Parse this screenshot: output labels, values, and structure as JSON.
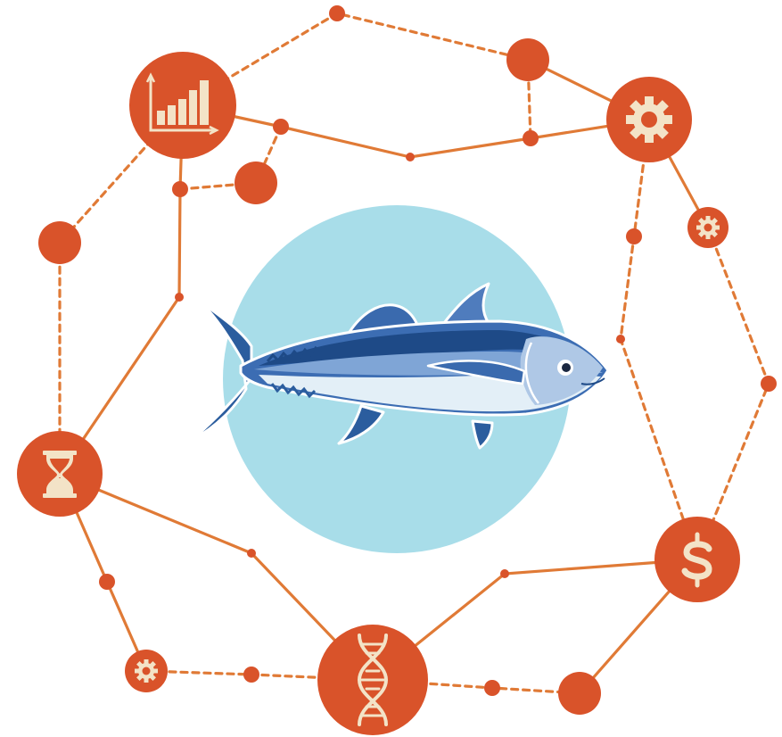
{
  "colors": {
    "accent": "#D9532A",
    "line": "#E07A36",
    "icon_cream": "#F3E3C7",
    "background_circle": "#A8DDE9",
    "fish_dark": "#2B5D9E",
    "fish_mid": "#5E8CC8",
    "fish_belly": "#E3EFF7",
    "fish_outline": "#ffffff"
  },
  "illustration": {
    "subject": "tuna-fish",
    "hubs": [
      {
        "id": "analytics",
        "icon": "bar-chart-icon"
      },
      {
        "id": "settings",
        "icon": "gear-icon"
      },
      {
        "id": "settings-small",
        "icon": "gear-icon"
      },
      {
        "id": "finance",
        "icon": "dollar-icon"
      },
      {
        "id": "genetics",
        "icon": "dna-icon"
      },
      {
        "id": "time",
        "icon": "hourglass-icon"
      },
      {
        "id": "settings-small-2",
        "icon": "gear-icon"
      }
    ]
  }
}
